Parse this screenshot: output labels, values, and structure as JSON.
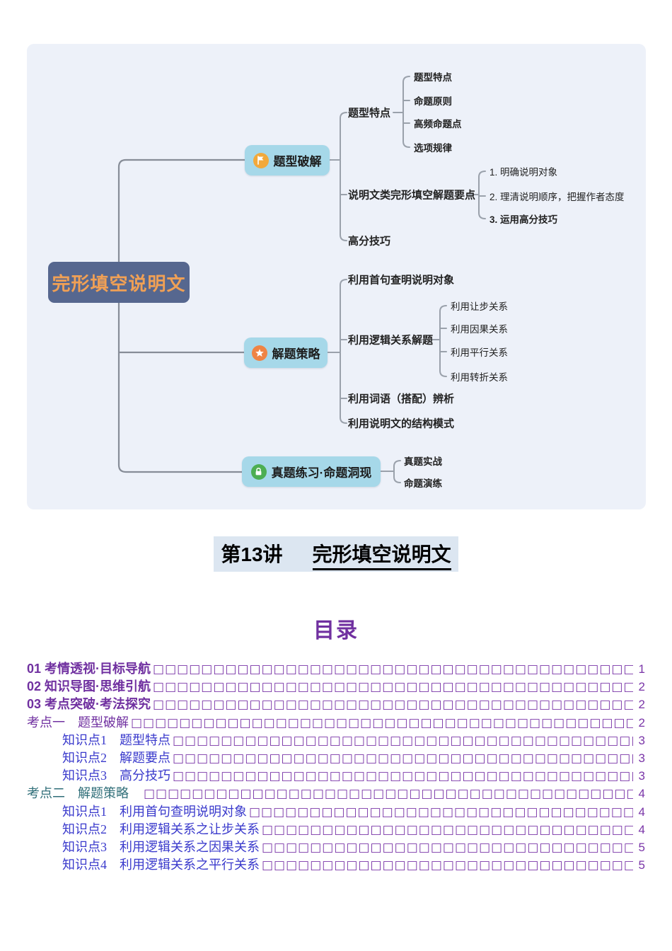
{
  "mindmap": {
    "root": "完形填空说明文",
    "branch1": {
      "label": "题型破解",
      "icon": "flag"
    },
    "branch2": {
      "label": "解题策略",
      "icon": "star"
    },
    "branch3": {
      "label": "真题练习·命题洞现",
      "icon": "lock"
    },
    "b1": {
      "n1": "题型特点",
      "n1c": [
        "题型特点",
        "命题原则",
        "高频命题点",
        "选项规律"
      ],
      "n2": "说明文类完形填空解题要点",
      "n2c": [
        "1. 明确说明对象",
        "2. 理清说明顺序，把握作者态度",
        "3. 运用高分技巧"
      ],
      "n3": "高分技巧"
    },
    "b2": {
      "n1": "利用首句查明说明对象",
      "n2": "利用逻辑关系解题",
      "n2c": [
        "利用让步关系",
        "利用因果关系",
        "利用平行关系",
        "利用转折关系"
      ],
      "n3": "利用词语（搭配）辨析",
      "n4": "利用说明文的结构模式"
    },
    "b3": {
      "c": [
        "真题实战",
        "命题演练"
      ]
    }
  },
  "lecture": {
    "number": "第13讲",
    "subject": "完形填空说明文"
  },
  "toc": {
    "heading": "目录",
    "leader": "□□□□□□□□□□□□□□□□□□□□□□□□□□□□□□□□□□□□□□□□□□□□□□□□□□□□□□□□□□□□□□□□□□□□□□",
    "rows": [
      {
        "label": "01 考情透视·目标导航",
        "page": "1"
      },
      {
        "label": "02 知识导图·思维引航",
        "page": "2"
      },
      {
        "label": "03 考点突破·考法探究",
        "page": "2"
      },
      {
        "label": "考点一　题型破解",
        "page": "2"
      },
      {
        "label": "知识点1　题型特点",
        "page": "3"
      },
      {
        "label": "知识点2　解题要点",
        "page": "3"
      },
      {
        "label": "知识点3　高分技巧",
        "page": "3"
      },
      {
        "label": "考点二　解题策略　",
        "page": "4"
      },
      {
        "label": "知识点1　利用首句查明说明对象",
        "page": "4"
      },
      {
        "label": "知识点2　利用逻辑关系之让步关系",
        "page": "4"
      },
      {
        "label": "知识点3　利用逻辑关系之因果关系",
        "page": "5"
      },
      {
        "label": "知识点4　利用逻辑关系之平行关系",
        "page": "5"
      }
    ]
  },
  "colors": {
    "panel_bg": "#edf1f9",
    "root_bg": "#56678f",
    "root_text": "#f0a055",
    "branch_bg": "#a6d8e9",
    "flag_icon": "#f2a93b",
    "star_icon": "#ef8444",
    "lock_icon": "#4cae51",
    "connector": "#878d98",
    "toc_purple": "#7030a0",
    "toc_blue": "#3a3acc",
    "toc_teal": "#2f6e78",
    "title_highlight": "#dce6f1"
  }
}
